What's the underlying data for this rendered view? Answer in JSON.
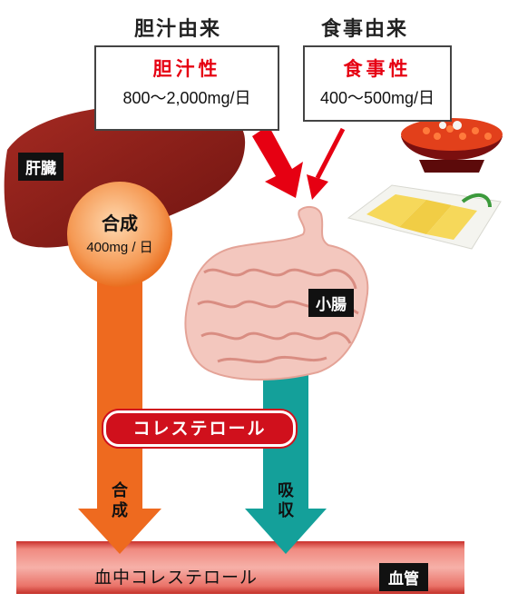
{
  "top": {
    "bile_heading": "胆汁由来",
    "diet_heading": "食事由来"
  },
  "bile_box": {
    "label": "胆汁性",
    "amount": "800〜2,000mg/日"
  },
  "diet_box": {
    "label": "食事性",
    "amount": "400〜500mg/日"
  },
  "liver": {
    "tag": "肝臓"
  },
  "synthesis": {
    "label": "合成",
    "amount": "400mg / 日"
  },
  "intestine": {
    "tag": "小腸"
  },
  "cholesterol_pill": "コレステロール",
  "arrows": {
    "synthesis_vertical": "合成",
    "absorption_vertical": "吸収"
  },
  "vessel": {
    "label": "血中コレステロール",
    "tag": "血管"
  },
  "colors": {
    "red": "#e60012",
    "liver": "#8b1a1a",
    "orange_arrow": "#ee6a1f",
    "teal_arrow": "#14a09a",
    "vessel": "#e8665f"
  }
}
